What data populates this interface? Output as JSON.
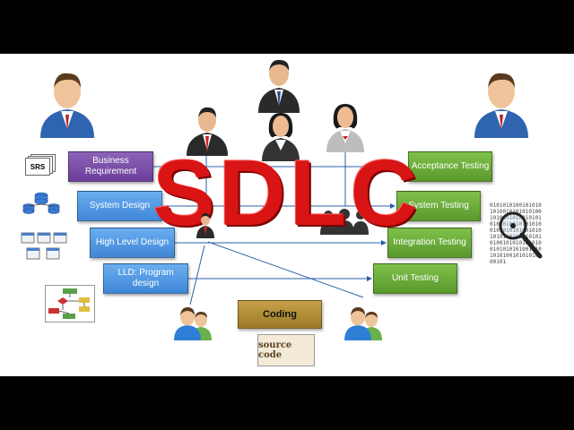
{
  "title": "SDLC",
  "srs_label": "SRS",
  "left_phases": [
    {
      "label": "Business Requirement"
    },
    {
      "label": "System Design"
    },
    {
      "label": "High Level Design"
    },
    {
      "label": "LLD: Program design"
    }
  ],
  "right_phases": [
    {
      "label": "Acceptance Testing"
    },
    {
      "label": "System Testing"
    },
    {
      "label": "Integration Testing"
    },
    {
      "label": "Unit Testing"
    }
  ],
  "coding_label": "Coding",
  "source_code_label": "source code",
  "binary_text": "01010101001010101010010101010100101010101001010101010100101010100101010101001010101010010101010101001010101010100101010101001010101010010101010100101",
  "colors": {
    "purple": "#7b4ea8",
    "blue": "#4a90e2",
    "green": "#6aab3a",
    "olive": "#b08d35",
    "sdlc_red": "#d81414"
  }
}
